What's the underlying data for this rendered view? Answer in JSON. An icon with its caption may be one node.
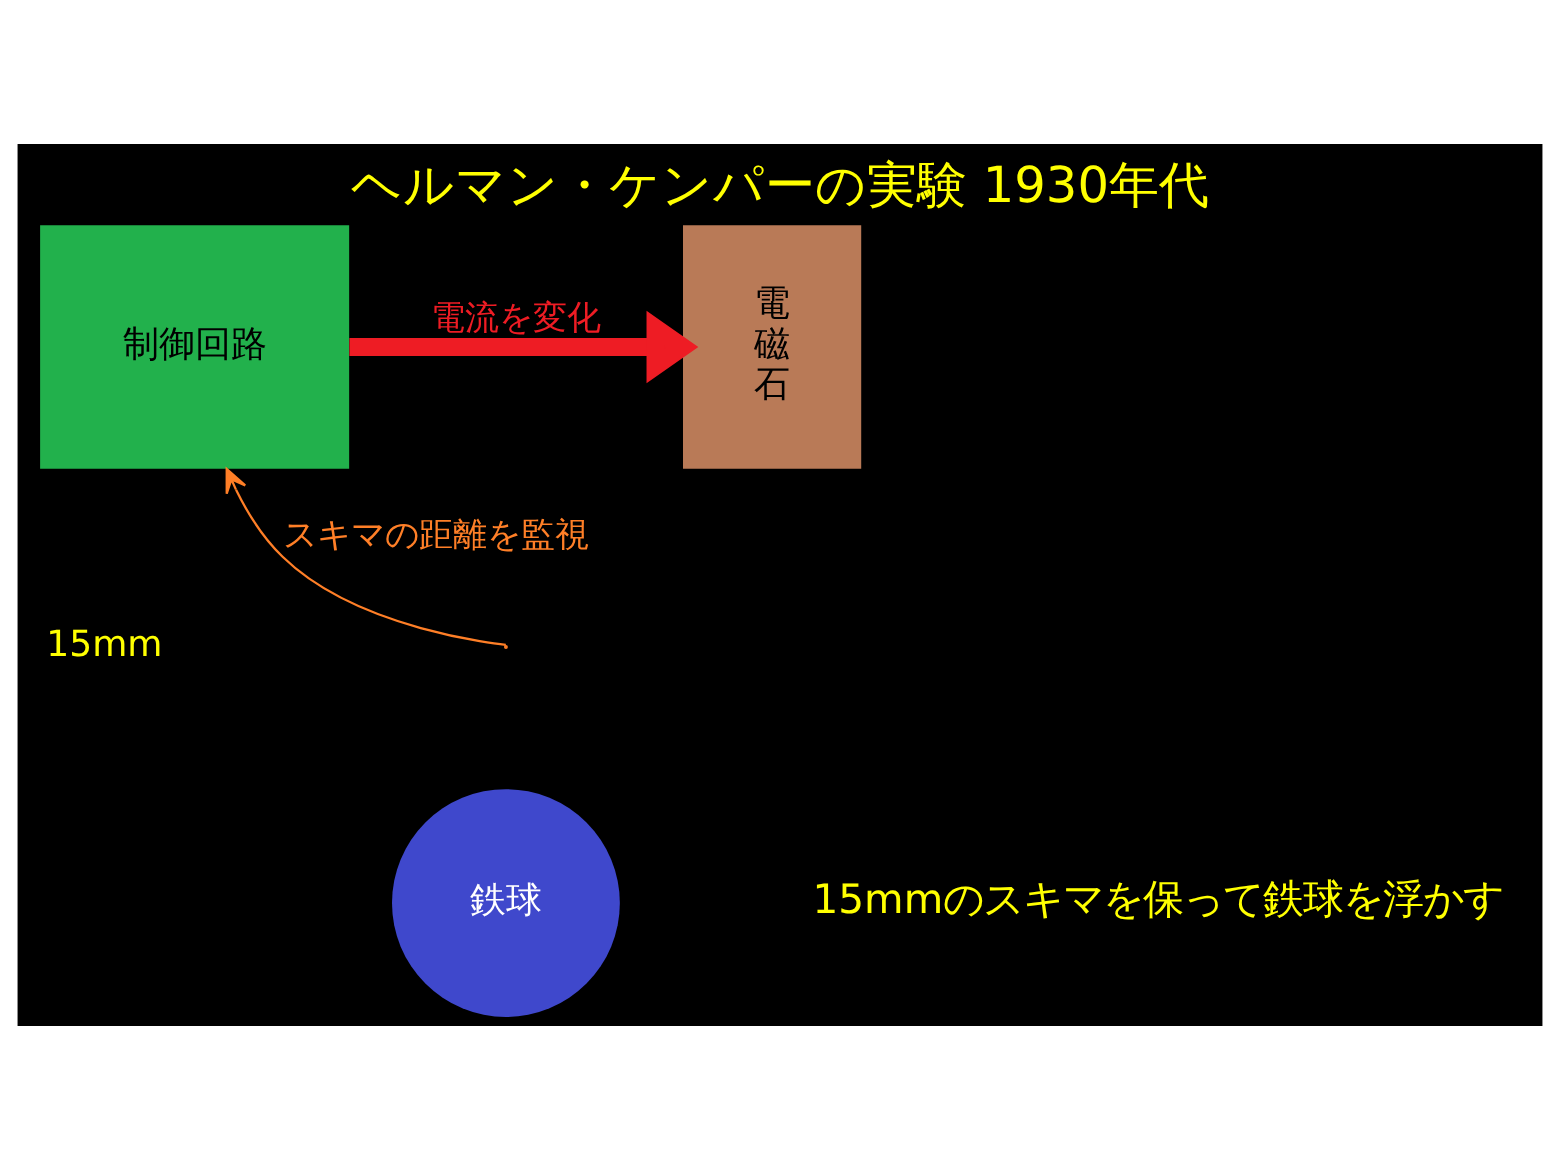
{
  "diagram": {
    "title": "ヘルマン・ケンパーの実験 1930年代",
    "nodes": [
      {
        "text": [
          "電磁石"
        ]
      },
      {
        "text": [
          "制御回路"
        ]
      },
      {
        "text": [
          "鉄球"
        ]
      }
    ],
    "edges": [
      {
        "from": 1,
        "to": 0,
        "arrow": "to",
        "label": "電流を変化",
        "style": "thick",
        "color": "#ee1c24"
      },
      {
        "from": null,
        "to": 1,
        "arrow": "to",
        "label": "スキマの距離を監視",
        "color": "#ff7f27"
      }
    ],
    "labels": [
      "15mm",
      "15mmのスキマを保って鉄球を浮かす"
    ]
  }
}
